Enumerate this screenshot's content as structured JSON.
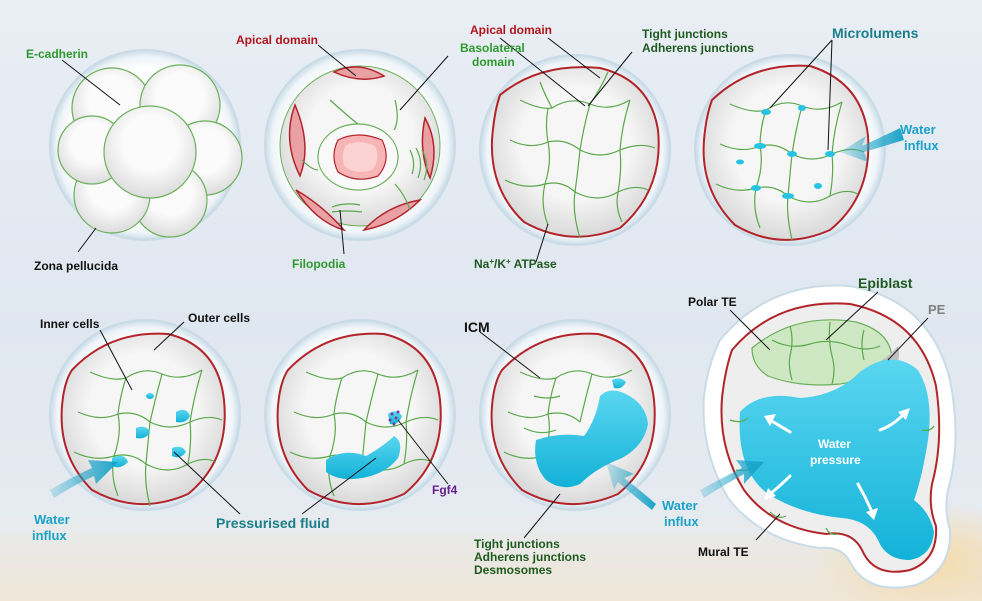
{
  "labels": {
    "ecadherin": "E-cadherin",
    "zona_pellucida": "Zona pellucida",
    "apical_domain_1": "Apical domain",
    "basolateral_line1": "Basolateral",
    "basolateral_line2": "domain",
    "filopodia": "Filopodia",
    "apical_domain_2": "Apical domain",
    "tight_junctions": "Tight junctions",
    "adherens_junctions": "Adherens junctions",
    "na_k_na": "Na",
    "na_k_plus1": "+",
    "na_k_slash": "/K",
    "na_k_plus2": "+",
    "na_k_atpase": " ATPase",
    "microlumens": "Microlumens",
    "water_influx_1a": "Water",
    "water_influx_1b": "influx",
    "inner_cells": "Inner cells",
    "outer_cells": "Outer cells",
    "water_influx_2a": "Water",
    "water_influx_2b": "influx",
    "pressurised_fluid": "Pressurised fluid",
    "fgf4": "Fgf4",
    "icm": "ICM",
    "water_influx_3a": "Water",
    "water_influx_3b": "influx",
    "tj_bottom": "Tight junctions",
    "aj_bottom": "Adherens junctions",
    "desmosomes": "Desmosomes",
    "polar_te": "Polar TE",
    "epiblast": "Epiblast",
    "pe": "PE",
    "water_pressure_a": "Water",
    "water_pressure_b": "pressure",
    "mural_te": "Mural TE"
  },
  "colors": {
    "zona": "#ffffff",
    "zona_shadow": "#c9dbe6",
    "cell_fill": "#f3f2f2",
    "membrane_red": "#b2242a",
    "junction_green": "#5aa84a",
    "fluid_cyan": "#27c3e3",
    "nucleus_pink": "#f7b5b5",
    "epiblast_green": "#cfe8c4"
  }
}
